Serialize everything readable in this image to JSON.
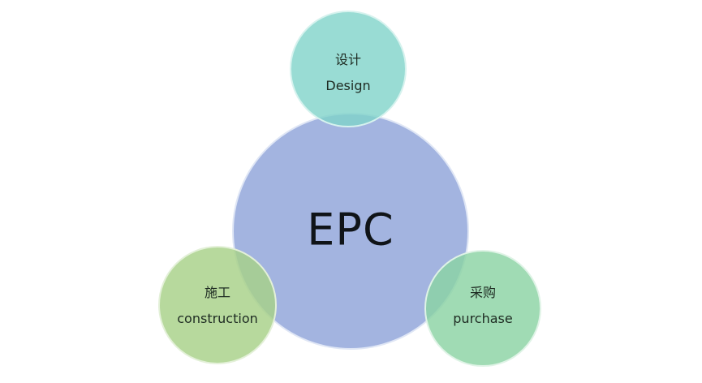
{
  "diagram": {
    "center": {
      "label": "EPC",
      "color": "#9eb0de"
    },
    "nodes": [
      {
        "id": "design",
        "zh": "设计",
        "en": "Design",
        "color": "#8fd9d1"
      },
      {
        "id": "construction",
        "zh": "施工",
        "en": "construction",
        "color": "#b1d694"
      },
      {
        "id": "purchase",
        "zh": "采购",
        "en": "purchase",
        "color": "#98d8ad"
      }
    ]
  }
}
